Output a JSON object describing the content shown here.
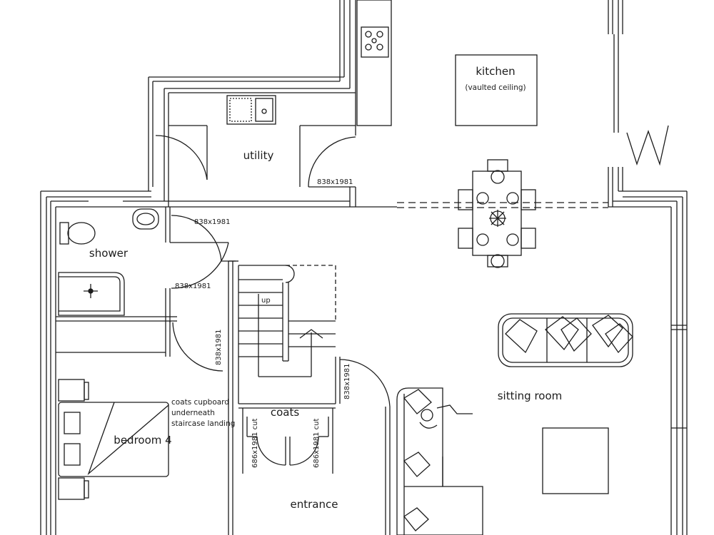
{
  "rooms": {
    "kitchen": "kitchen",
    "kitchen_note": "(vaulted ceiling)",
    "utility": "utility",
    "shower": "shower",
    "coats": "coats",
    "bedroom": "bedroom  4",
    "sitting_room": "sitting room",
    "entrance": "entrance"
  },
  "notes": {
    "cupboard": [
      "coats cupboard",
      "underneath",
      "staircase landing"
    ],
    "stair_up": "up"
  },
  "dimensions": {
    "utility_door": "838x1981",
    "hall_door": "838x1981",
    "shower_door": "838x1981",
    "bedroom_door": "838x1981",
    "entrance_door": "838x1981",
    "coats_door_left": "686x1981 cut",
    "coats_door_right": "686x1981 cut"
  },
  "colors": {
    "line": "#1c1c1c",
    "background": "#ffffff"
  }
}
